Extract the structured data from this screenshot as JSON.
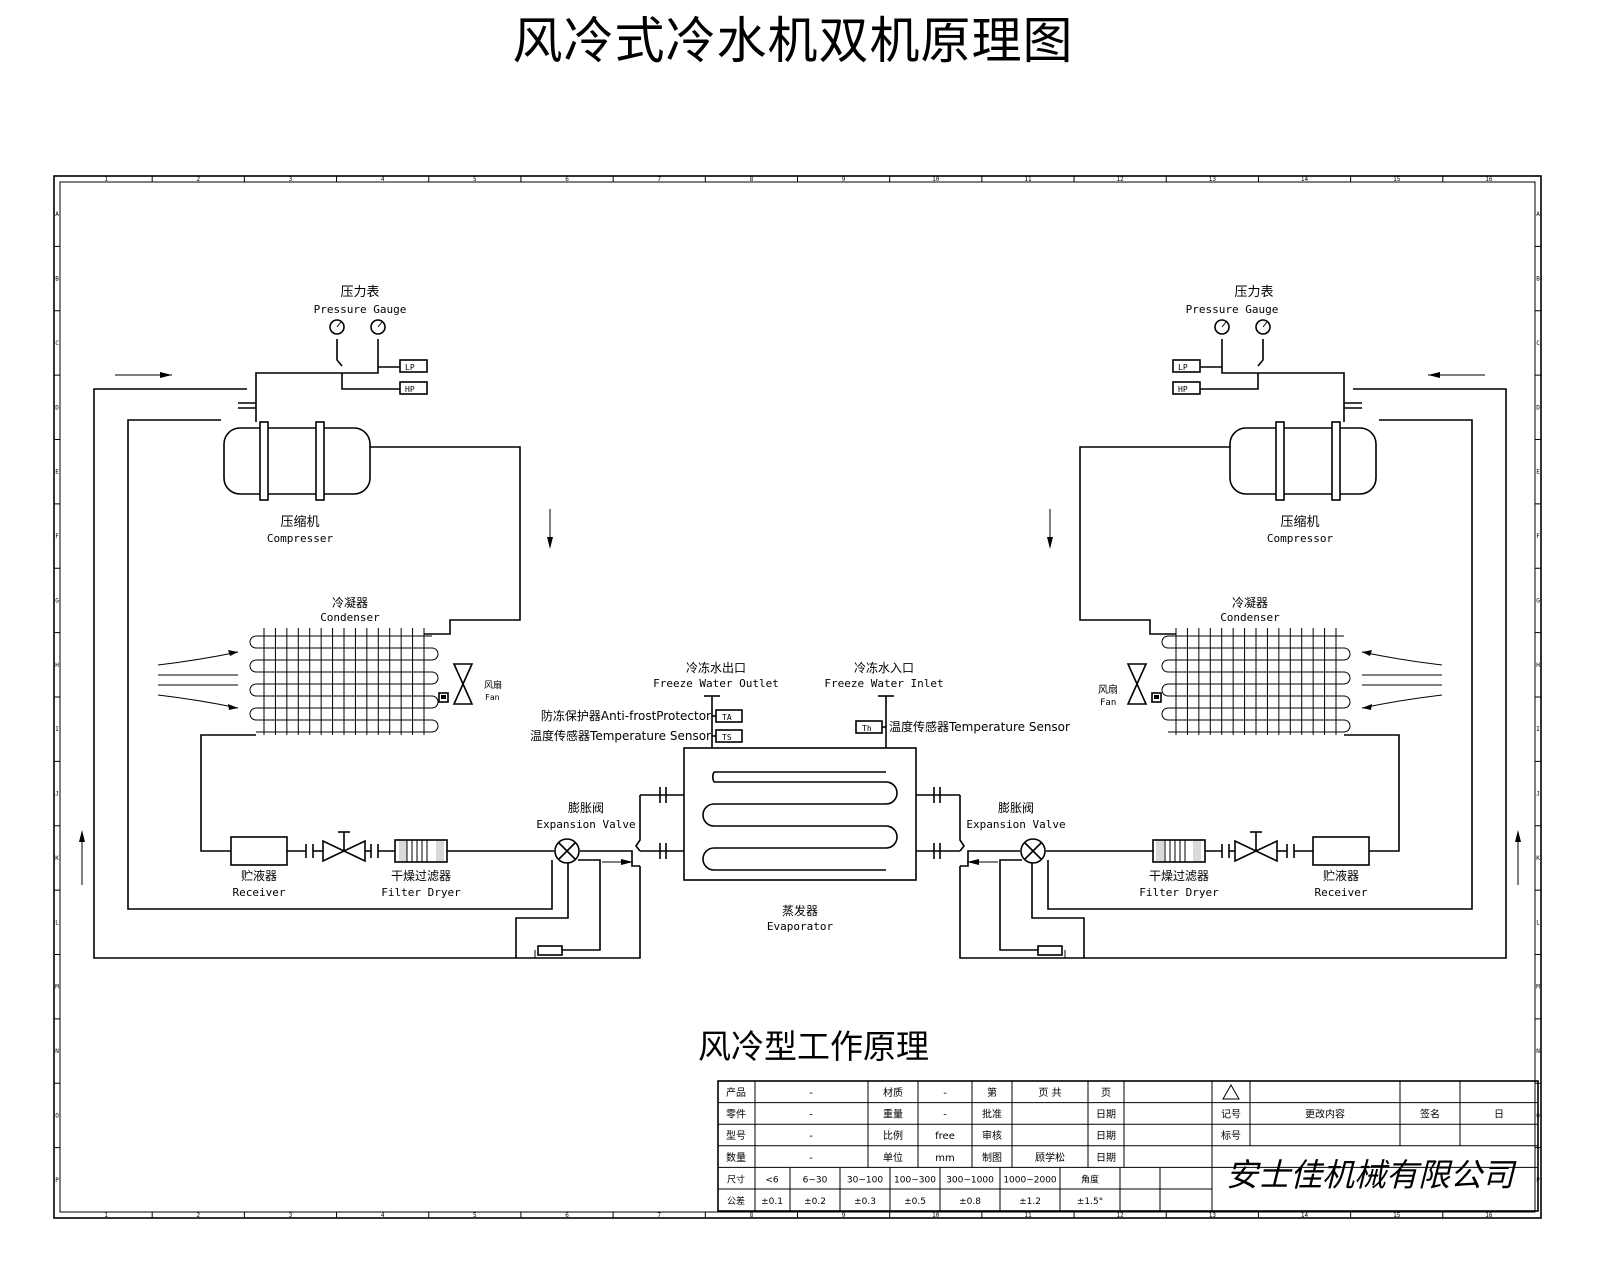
{
  "title": "风冷式冷水机双机原理图",
  "subtitle": "风冷型工作原理",
  "left": {
    "pressure_gauge_cn": "压力表",
    "pressure_gauge_en": "Pressure Gauge",
    "lp": "LP",
    "hp": "HP",
    "compressor_cn": "压缩机",
    "compressor_en": "Compresser",
    "condenser_cn": "冷凝器",
    "condenser_en": "Condenser",
    "fan_cn": "风扇",
    "fan_en": "Fan",
    "receiver_cn": "贮液器",
    "receiver_en": "Receiver",
    "filter_cn": "干燥过滤器",
    "filter_en": "Filter Dryer",
    "valve_cn": "膨胀阀",
    "valve_en": "Expansion Valve"
  },
  "right": {
    "pressure_gauge_cn": "压力表",
    "pressure_gauge_en": "Pressure Gauge",
    "lp": "LP",
    "hp": "HP",
    "compressor_cn": "压缩机",
    "compressor_en": "Compressor",
    "condenser_cn": "冷凝器",
    "condenser_en": "Condenser",
    "fan_cn": "风扇",
    "fan_en": "Fan",
    "receiver_cn": "贮液器",
    "receiver_en": "Receiver",
    "filter_cn": "干燥过滤器",
    "filter_en": "Filter Dryer",
    "valve_cn": "膨胀阀",
    "valve_en": "Expansion Valve"
  },
  "center": {
    "outlet_cn": "冷冻水出口",
    "outlet_en": "Freeze Water Outlet",
    "inlet_cn": "冷冻水入口",
    "inlet_en": "Freeze Water Inlet",
    "antifrost": "防冻保护器Anti-frostProtector",
    "temp_sensor_left": "温度传感器Temperature Sensor",
    "temp_sensor_right": "温度传感器Temperature Sensor",
    "tag_af": "TA",
    "tag_ts_left": "TS",
    "tag_ts_right": "Th",
    "evaporator_cn": "蒸发器",
    "evaporator_en": "Evaporator"
  },
  "titleblock": {
    "company": "安士佳机械有限公司",
    "rows": [
      [
        "产品",
        "-",
        "材质",
        "-",
        "第",
        "页 共",
        "页"
      ],
      [
        "零件",
        "-",
        "重量",
        "-",
        "批准",
        "",
        "日期",
        "记号",
        "更改内容",
        "签名",
        "日"
      ],
      [
        "型号",
        "-",
        "比例",
        "free",
        "审核",
        "",
        "日期",
        "标号"
      ],
      [
        "数量",
        "-",
        "单位",
        "mm",
        "制图",
        "顾学松",
        "日期"
      ]
    ],
    "dims": [
      "尺寸",
      "<6",
      "6~30",
      "30~100",
      "100~300",
      "300~1000",
      "1000~2000",
      "角度"
    ],
    "tols": [
      "公差",
      "±0.1",
      "±0.2",
      "±0.3",
      "±0.5",
      "±0.8",
      "±1.2",
      "±1.5°"
    ]
  },
  "frame": {
    "cols": [
      "1",
      "2",
      "3",
      "4",
      "5",
      "6",
      "7",
      "8",
      "9",
      "10",
      "11",
      "12",
      "13",
      "14",
      "15",
      "16"
    ],
    "rows": [
      "A",
      "B",
      "C",
      "D",
      "E",
      "F",
      "G",
      "H",
      "I",
      "J",
      "K",
      "L",
      "M",
      "N",
      "O",
      "P"
    ]
  }
}
